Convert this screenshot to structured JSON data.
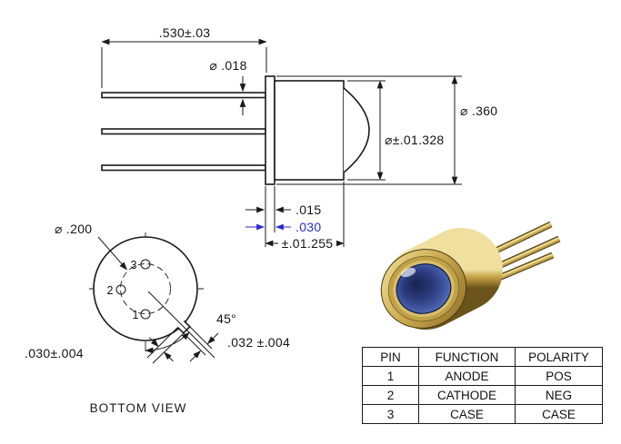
{
  "drawing": {
    "side_view": {
      "lead_length": ".530±.03",
      "lead_diameter": "⌀ .018",
      "flange_diameter": "⌀ .360",
      "cap_diameter": "⌀±.01.328",
      "flange_thickness": ".015",
      "seating": ".030",
      "cap_height": "±.01.255"
    },
    "bottom_view": {
      "pin_circle_diameter": "⌀ .200",
      "tab_angle": "45°",
      "tab_width": ".032 ±.004",
      "tab_length": ".030±.004",
      "caption": "BOTTOM VIEW",
      "pins": [
        "1",
        "2",
        "3"
      ]
    }
  },
  "pin_table": {
    "headers": [
      "PIN",
      "FUNCTION",
      "POLARITY"
    ],
    "rows": [
      [
        "1",
        "ANODE",
        "POS"
      ],
      [
        "2",
        "CATHODE",
        "NEG"
      ],
      [
        "3",
        "CASE",
        "CASE"
      ]
    ]
  },
  "colors": {
    "line": "#1a1a1a",
    "dim_blue": "#2a2ac8",
    "body_gold": "#c9a84f",
    "lens_blue": "#31408a"
  }
}
